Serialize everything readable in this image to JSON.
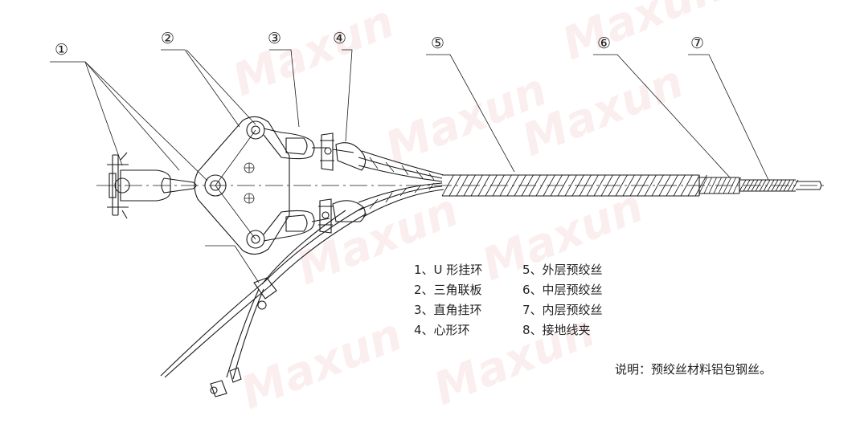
{
  "callouts": [
    "①",
    "②",
    "③",
    "④",
    "⑤",
    "⑥",
    "⑦"
  ],
  "legend": {
    "left": [
      "1、U 形挂环",
      "2、三角联板",
      "3、直角挂环",
      "4、心形环"
    ],
    "right": [
      "5、外层预绞丝",
      "6、中层预绞丝",
      "7、内层预绞丝",
      "8、接地线夹"
    ]
  },
  "note": "说明：预绞丝材料铝包钢丝。",
  "watermark": "Maxun",
  "colors": {
    "line": "#1a1a1a",
    "watermark": "#e88a8f"
  }
}
